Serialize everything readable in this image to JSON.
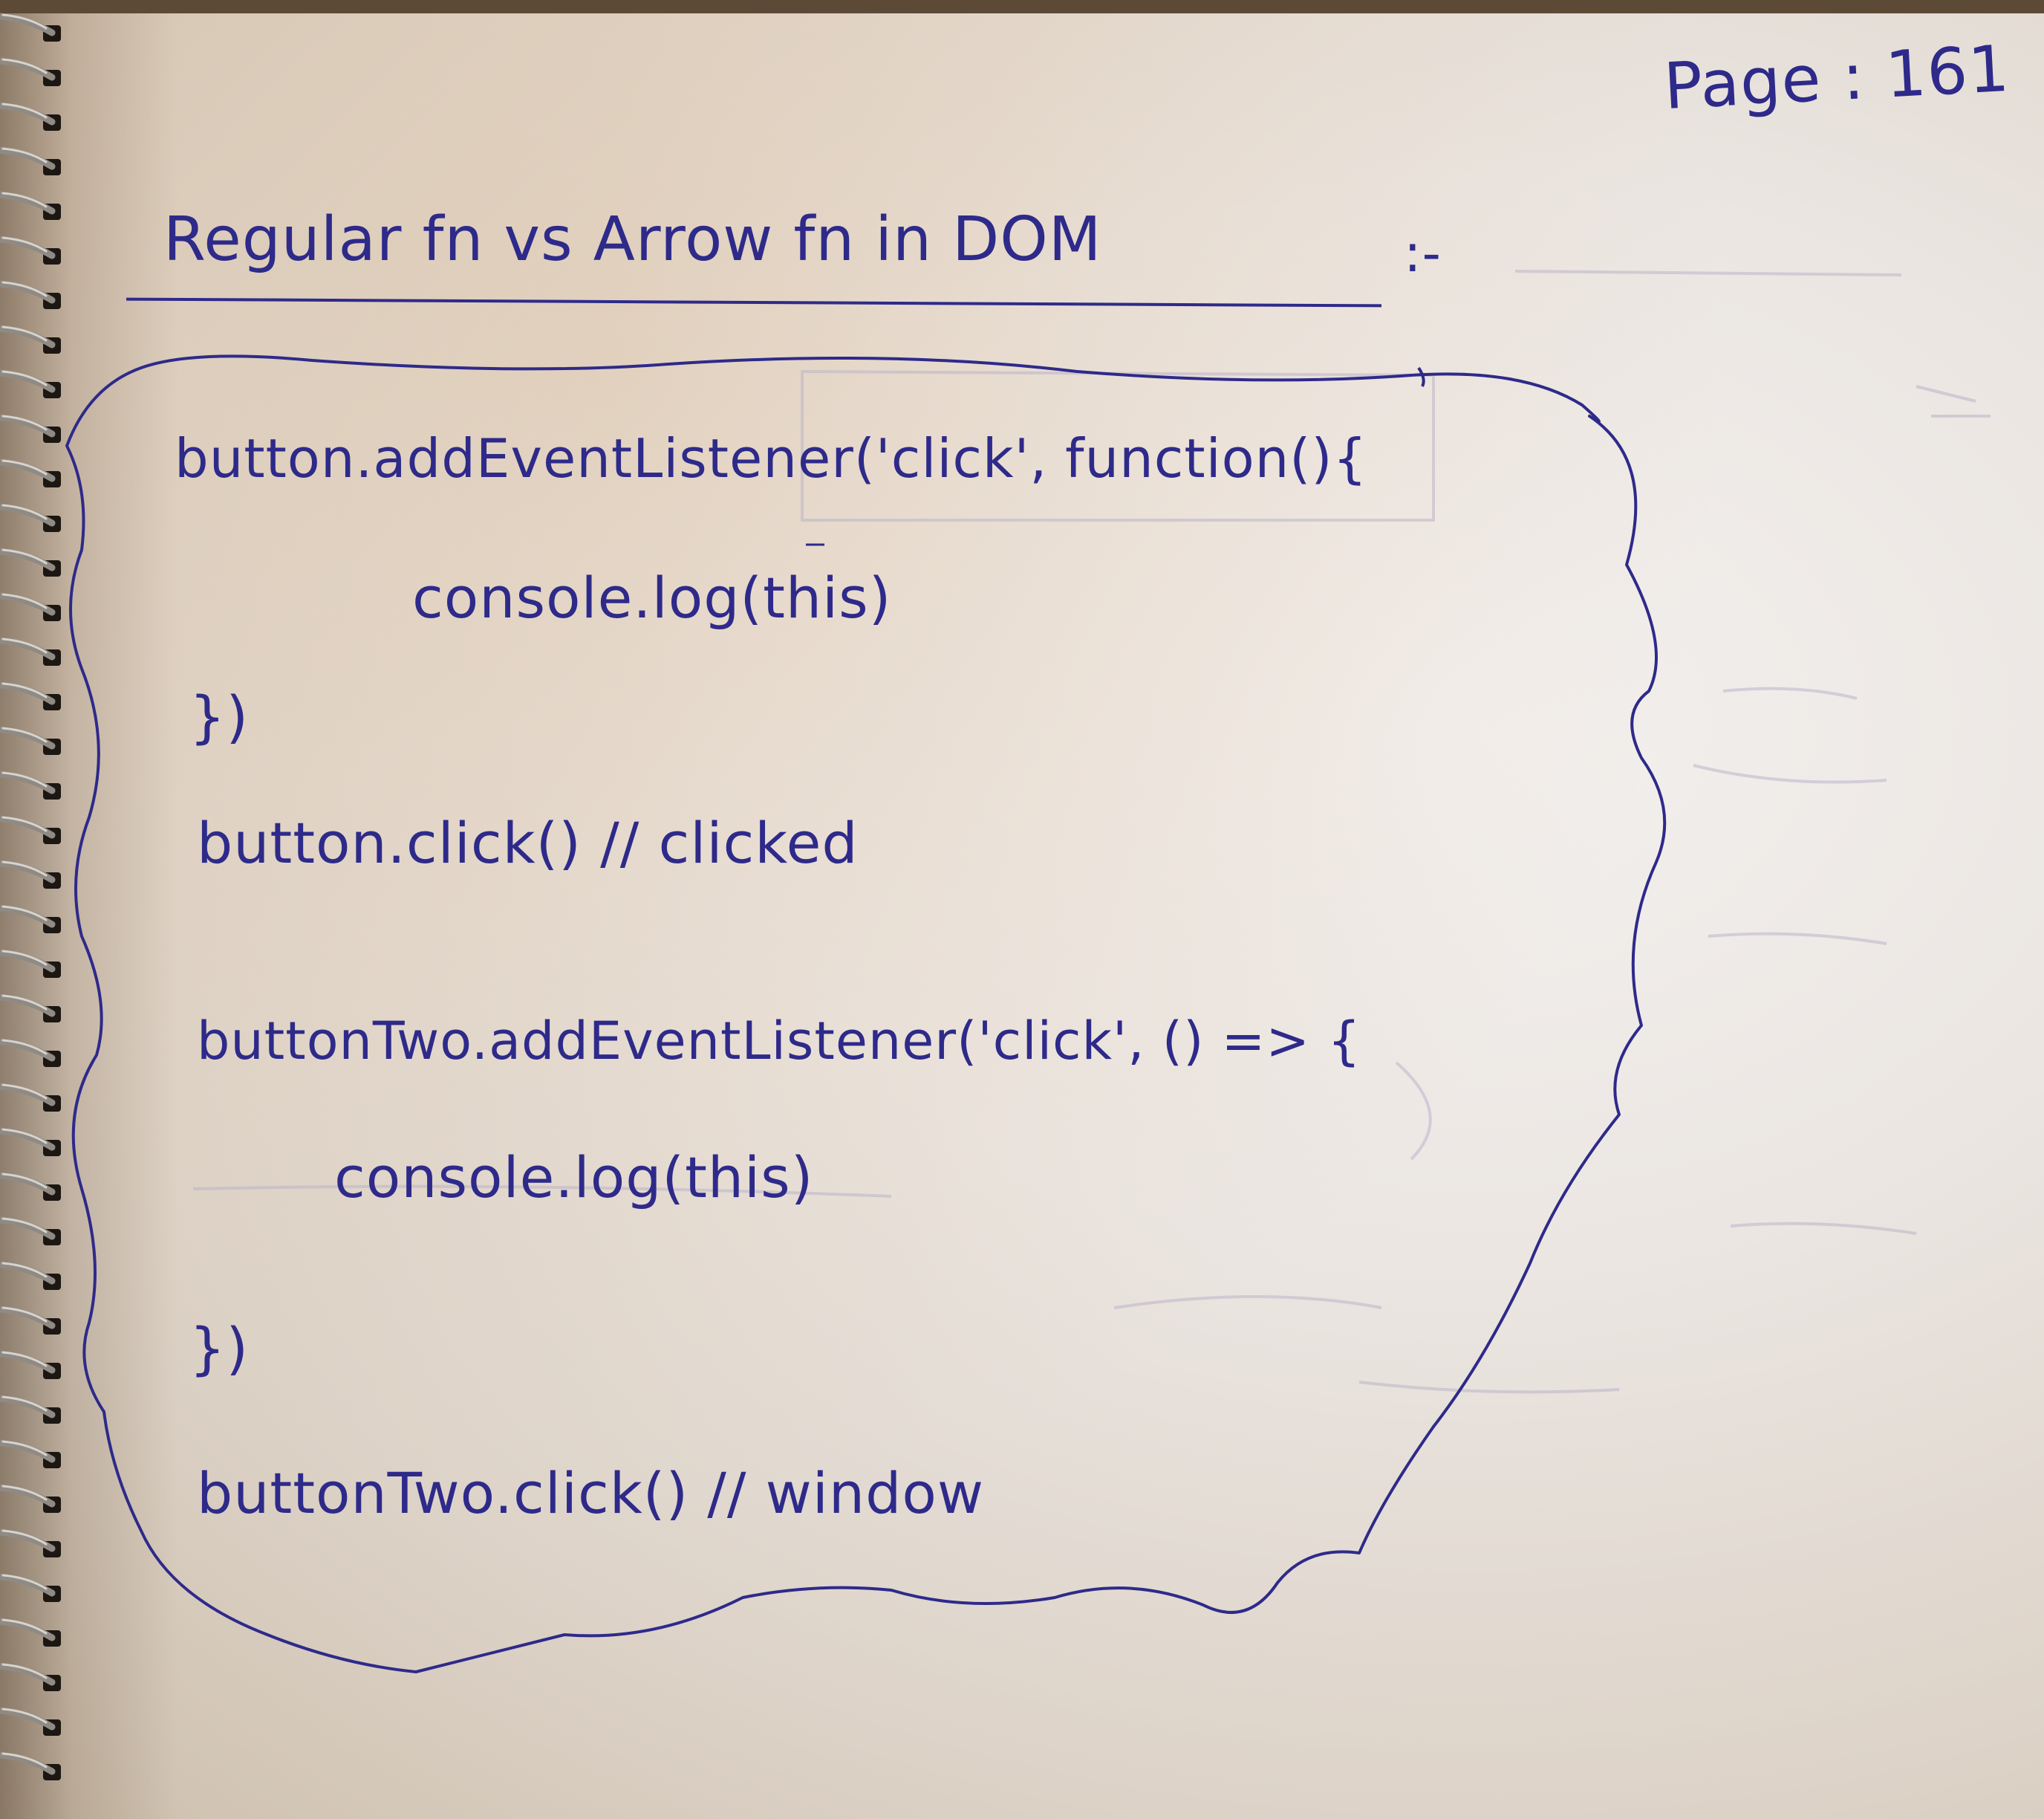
{
  "page_number": "Page : 161",
  "title": "Regular fn vs Arrow fn in DOM",
  "title_suffix": ":-",
  "code_lines": [
    "button.addEventListener('click', function(){",
    "console.log(this)",
    "})",
    "button.click()  // clicked",
    "buttonTwo.addEventListener('click', () => {",
    "console.log(this)",
    "})",
    "buttonTwo.click()  // window"
  ]
}
